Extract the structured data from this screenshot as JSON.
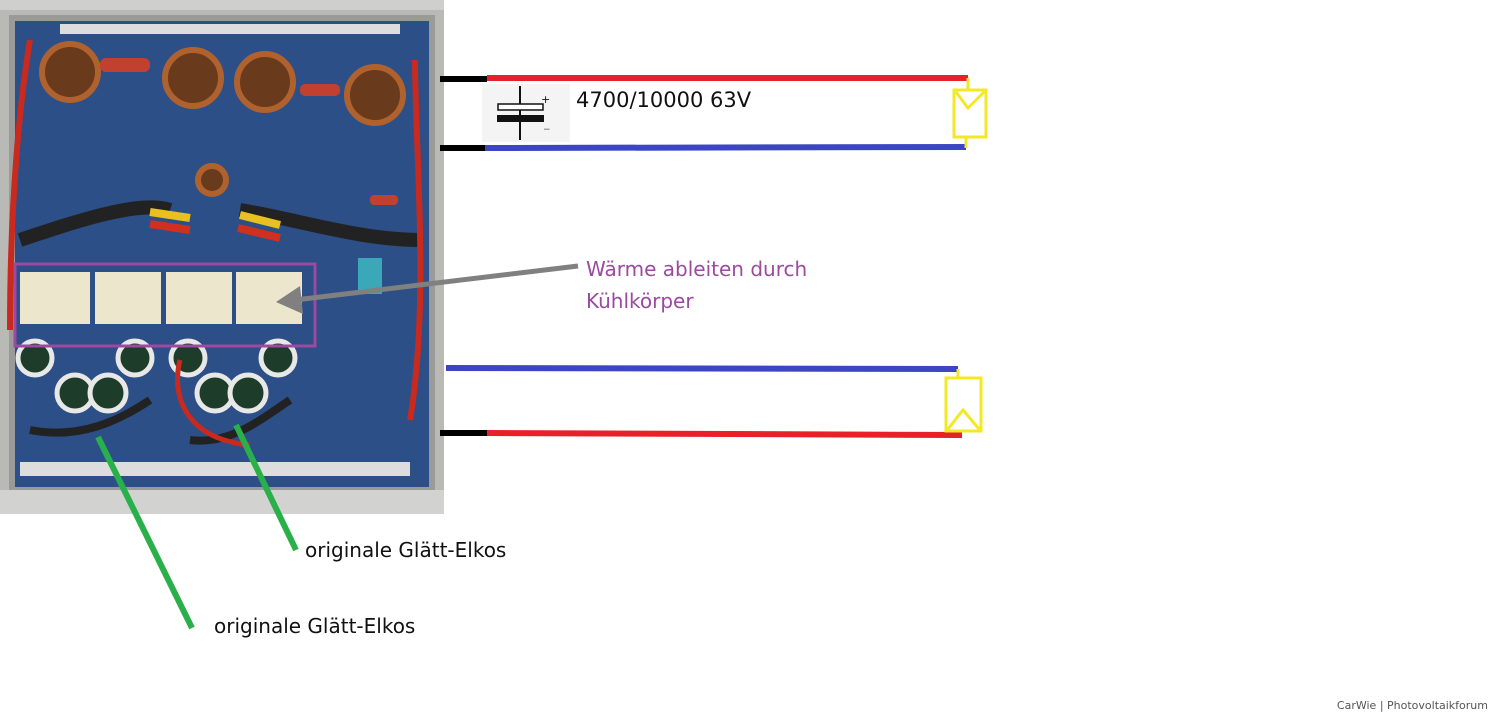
{
  "labels": {
    "capacitor": "4700/10000 63V",
    "heat_line1": "Wärme ableiten durch",
    "heat_line2": "Kühlkörper",
    "elko_right": "originale Glätt-Elkos",
    "elko_left": "originale Glätt-Elkos",
    "watermark": "CarWie | Photovoltaikforum"
  },
  "colors": {
    "positive_wire": "#e8202a",
    "negative_wire": "#3c46c4",
    "solar_panel": "#f2e826",
    "heat_annotation": "#9b4aa0",
    "arrow": "#808080",
    "pointer_lines": "#2ab04a"
  },
  "icons": [
    "capacitor-symbol-icon",
    "solar-panel-icon"
  ]
}
